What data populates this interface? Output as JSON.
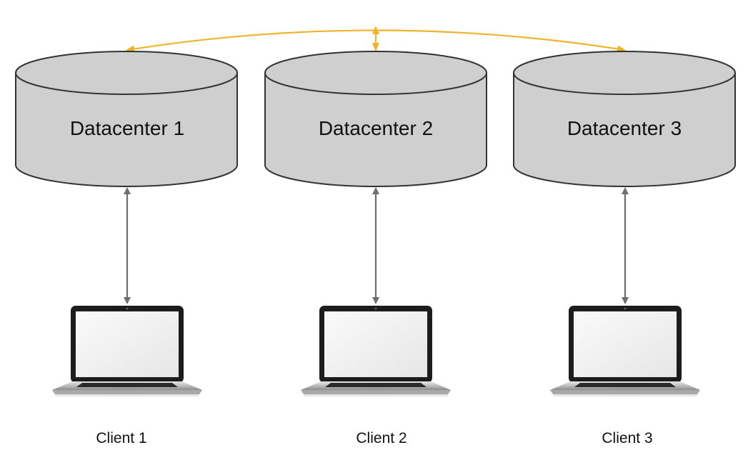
{
  "datacenters": [
    {
      "label": "Datacenter 1"
    },
    {
      "label": "Datacenter 2"
    },
    {
      "label": "Datacenter 3"
    }
  ],
  "clients": [
    {
      "label": "Client 1"
    },
    {
      "label": "Client 2"
    },
    {
      "label": "Client 3"
    }
  ],
  "colors": {
    "cylinder_fill": "#cfcfcf",
    "cylinder_stroke": "#333333",
    "link_arrow": "#6e6e6e",
    "replication_arrow": "#f0b429"
  },
  "icons": {
    "datacenter": "database-cylinder-icon",
    "client": "laptop-icon",
    "replication": "double-arrow-icon"
  }
}
